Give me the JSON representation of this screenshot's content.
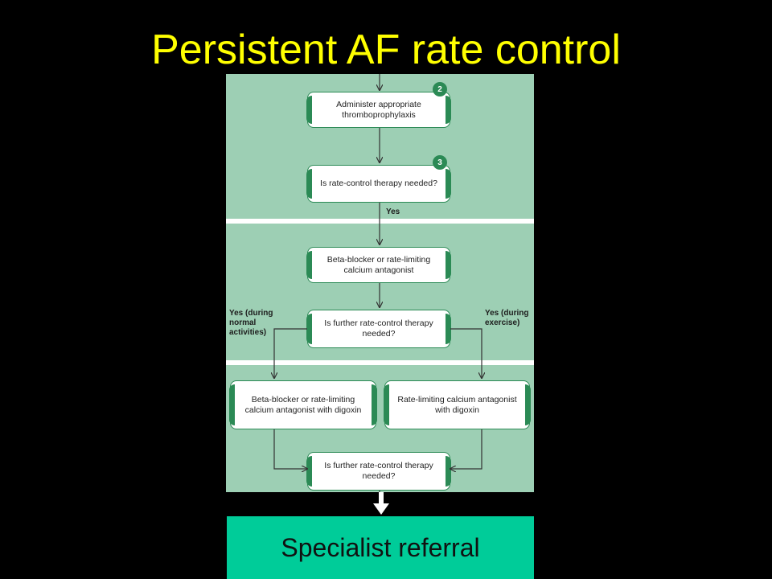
{
  "slide": {
    "title": "Persistent AF rate control"
  },
  "flowchart": {
    "steps": [
      {
        "text": "Administer appropriate thromboprophylaxis",
        "badge": "2"
      },
      {
        "text": "Is rate-control therapy needed?",
        "badge": "3"
      },
      {
        "text": "Beta-blocker or rate-limiting calcium antagonist"
      },
      {
        "text": "Is further rate-control therapy needed?"
      },
      {
        "text": "Beta-blocker or rate-limiting calcium antagonist with digoxin"
      },
      {
        "text": "Rate-limiting calcium antagonist with digoxin"
      },
      {
        "text": "Is further rate-control therapy needed?"
      }
    ],
    "labels": {
      "yes": "Yes",
      "yes_normal": "Yes (during normal activities)",
      "yes_exercise": "Yes (during exercise)"
    }
  },
  "referral": {
    "label": "Specialist referral"
  },
  "colors": {
    "title": "#ffff00",
    "panel": "#9dcfb4",
    "accent_green": "#2b8a55",
    "referral_box": "#00cc99"
  }
}
